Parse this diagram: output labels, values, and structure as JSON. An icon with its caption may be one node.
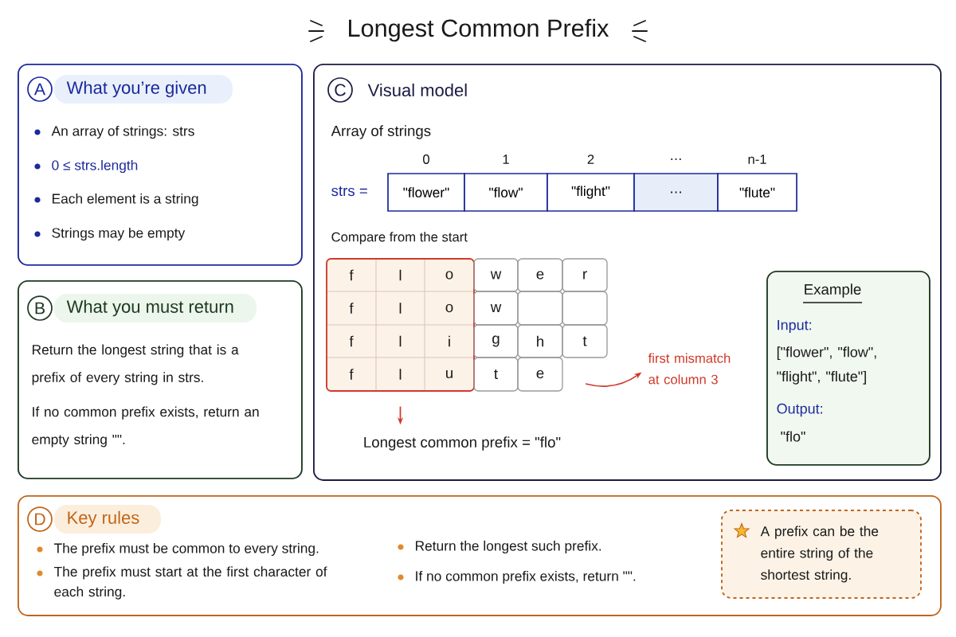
{
  "diagram": {
    "title": "Longest Common Prefix",
    "nodes": [
      {
        "text": [
          "What you’re given",
          "An array of strings: strs",
          "0 ≤ strs.length",
          "Each element is a string",
          "Strings may be empty"
        ]
      },
      {
        "text": [
          "A"
        ],
        "in": 0
      },
      {
        "text": [
          "What you must return",
          "Return the longest string that is a prefix of every string in strs.",
          "If no common prefix exists, return an empty string \"\"."
        ]
      },
      {
        "text": [
          "B"
        ],
        "in": 2
      },
      {
        "text": [
          "Visual model",
          "Array of strings",
          "Compare from the start"
        ]
      },
      {
        "text": [
          "C"
        ],
        "in": 4
      },
      {
        "text": [
          "\"flower\""
        ],
        "beside": [
          "0"
        ],
        "in": 4
      },
      {
        "text": [
          "\"flow\""
        ],
        "beside": [
          "1"
        ],
        "in": 4
      },
      {
        "text": [
          "\"flight\""
        ],
        "beside": [
          "2"
        ],
        "in": 4
      },
      {
        "text": [
          "…"
        ],
        "beside": [
          "…"
        ],
        "in": 4
      },
      {
        "text": [
          "\"flute\""
        ],
        "beside": [
          "n-1"
        ],
        "in": 4
      },
      {
        "text": [],
        "shape": "box",
        "in": 4
      },
      {
        "text": [
          "Longest common prefix = \"flo\""
        ],
        "in": 4
      },
      {
        "text": [
          "first mismatch at column 3"
        ],
        "in": 4
      },
      {
        "text": [
          "Example",
          "Input:",
          "[\"flower\", \"flow\", \"flight\", \"flute\"]",
          "Output:",
          "\"flo\""
        ],
        "in": 4
      },
      {
        "text": [
          "Key rules",
          "The prefix must be common to every string.",
          "The prefix must start at the first character of each string.",
          "Return the longest such prefix.",
          "If no common prefix exists, return \"\"."
        ]
      },
      {
        "text": [
          "D"
        ],
        "in": 15
      },
      {
        "text": [
          "A prefix can be the entire string of the shortest string."
        ],
        "in": 15
      }
    ],
    "edges": [
      {
        "from": 11,
        "to": 12,
        "arrow": "to"
      },
      {
        "from": null,
        "to": 13,
        "arrow": "to"
      }
    ],
    "labels": [
      "strs =",
      "f",
      "l",
      "o",
      "w",
      "e",
      "r",
      "f",
      "l",
      "o",
      "w",
      "f",
      "l",
      "i",
      "g",
      "h",
      "t",
      "f",
      "l",
      "u",
      "t",
      "e"
    ]
  }
}
